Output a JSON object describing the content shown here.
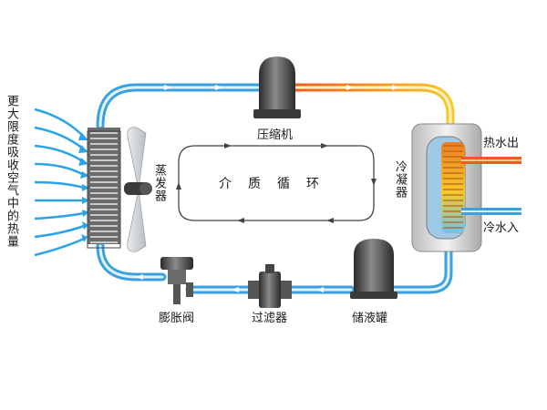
{
  "labels": {
    "compressor": "压缩机",
    "evaporator": "蒸发器",
    "condenser": "冷凝器",
    "hot_water_out": "热水出",
    "cold_water_in": "冷水入",
    "expansion_valve": "膨胀阀",
    "filter": "过滤器",
    "receiver": "储液罐",
    "medium_cycle": "介质循环",
    "air_heat": "更大限度吸收空气中的热量"
  },
  "colors": {
    "pipe_blue": "#3aa0e0",
    "pipe_light": "#ffffff",
    "pipe_hot": "#f07c22",
    "pipe_yellow": "#f6c928",
    "device_dark": "#3a3a3a",
    "air_arrow": "#2aa4e4"
  },
  "icons": [
    "fan-icon",
    "coil-icon",
    "flow-arrow-icon"
  ]
}
